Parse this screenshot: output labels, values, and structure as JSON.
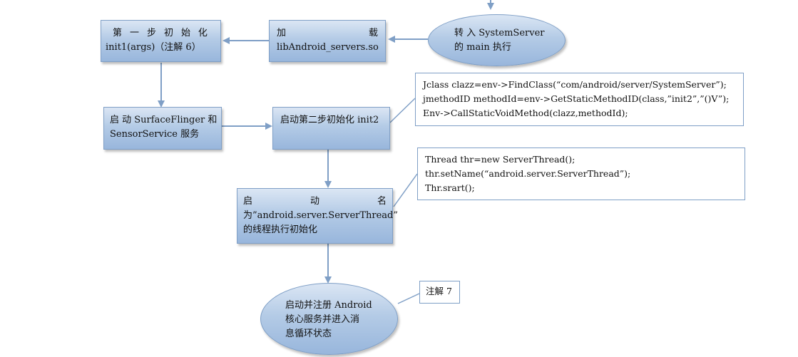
{
  "nodes": {
    "load_lib": {
      "line1_chars": [
        "加",
        "载"
      ],
      "line2": "libAndroid_servers.so"
    },
    "switch_systemserver": {
      "line1": "转 入  SystemServer",
      "line2": "的 main 执行"
    },
    "init1": {
      "line1_chars": [
        "第",
        "一",
        "步",
        "初",
        "始",
        "化"
      ],
      "line2": "init1(args)（注解 6）"
    },
    "start_surfaceflinger": {
      "line1": "启 动  SurfaceFlinger  和",
      "line2": "SensorService 服务"
    },
    "init2": {
      "line1": "启动第二步初始化 init2"
    },
    "start_serverthread": {
      "line1_chars": [
        "启",
        "动",
        "名"
      ],
      "line2_chars": [
        "为",
        "”android.server.ServerThread”"
      ],
      "line3": "的线程执行初始化"
    },
    "register_services": {
      "line1": "启动并注册 Android",
      "line2": "核心服务并进入消",
      "line3": "息循环状态"
    }
  },
  "notes": {
    "jni_code": [
      "Jclass clazz=env->FindClass(“com/android/server/SystemServer”);",
      "jmethodID methodId=env->GetStaticMethodID(class,”init2”,”()V”);",
      "Env->CallStaticVoidMethod(clazz,methodId);"
    ],
    "thread_code": [
      "Thread thr=new ServerThread();",
      "thr.setName(“android.server.ServerThread”);",
      "Thr.srart();"
    ],
    "note7": "注解 7"
  },
  "colors": {
    "arrow": "#7f9fc6",
    "node_border": "#7f9fc6"
  }
}
